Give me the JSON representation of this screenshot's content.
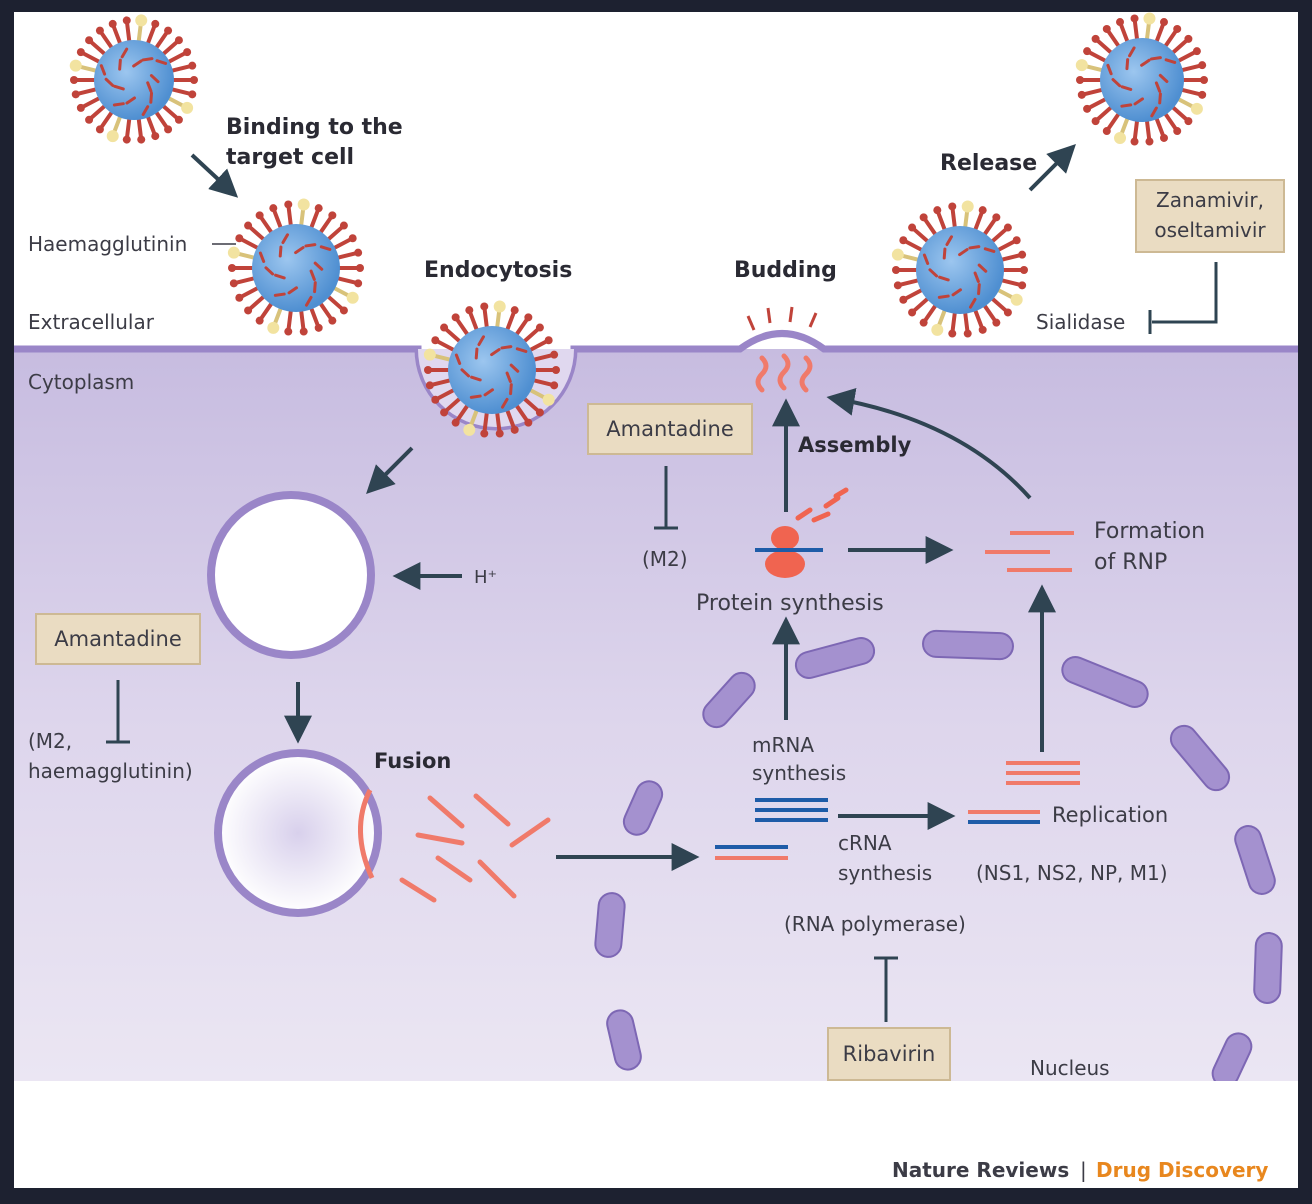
{
  "labels": {
    "binding": [
      "Binding to the",
      "target cell"
    ],
    "haemagglutinin": "Haemagglutinin",
    "extracellular": "Extracellular",
    "cytoplasm": "Cytoplasm",
    "endocytosis": "Endocytosis",
    "budding": "Budding",
    "release": "Release",
    "sialidase": "Sialidase",
    "assembly": "Assembly",
    "formation": [
      "Formation",
      "of RNP"
    ],
    "protein_synthesis": "Protein synthesis",
    "m2": "(M2)",
    "h_plus": "H⁺",
    "m2_haem": [
      "(M2,",
      "haemagglutinin)"
    ],
    "fusion": "Fusion",
    "mrna": [
      "mRNA",
      "synthesis"
    ],
    "crna": [
      "cRNA",
      "synthesis"
    ],
    "replication": "Replication",
    "proteins": "(NS1, NS2, NP, M1)",
    "rna_polymerase": "(RNA polymerase)",
    "nucleus": "Nucleus"
  },
  "drugs": {
    "zanamivir": [
      "Zanamivir,",
      "oseltamivir"
    ],
    "amantadine_top": "Amantadine",
    "amantadine_left": "Amantadine",
    "ribavirin": "Ribavirin"
  },
  "footer": {
    "journal": "Nature Reviews",
    "separator": "|",
    "section": "Drug Discovery"
  },
  "colors": {
    "cytoplasm": "#d9d1ea",
    "membrane": "#9a86c8",
    "drug_box": "#eadcc2",
    "rna_red": "#f07a6a",
    "rna_blue": "#1e5ca8",
    "arrow": "#2f4452",
    "brand_orange": "#e8871e"
  }
}
